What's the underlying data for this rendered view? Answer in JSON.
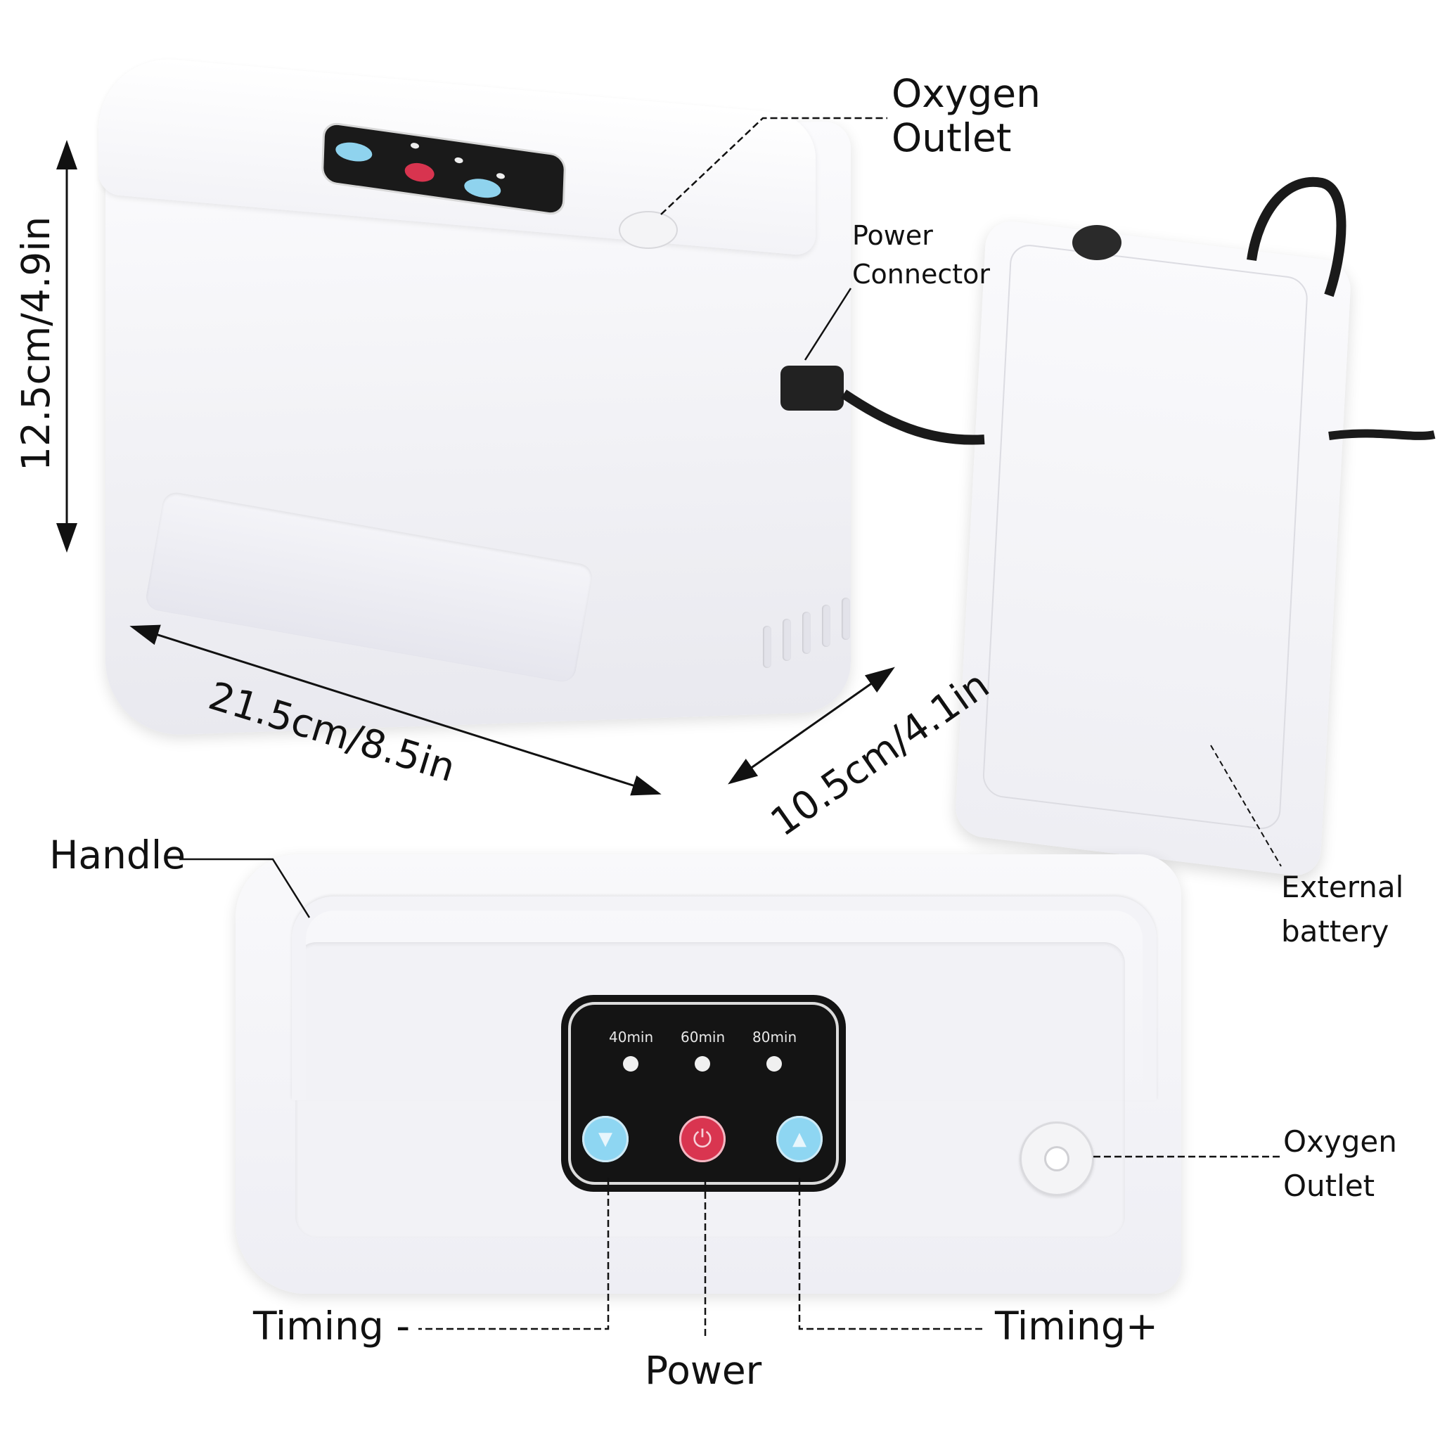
{
  "dimensions": {
    "height": "12.5cm/4.9in",
    "length": "21.5cm/8.5in",
    "width": "10.5cm/4.1in"
  },
  "callouts": {
    "oxygen_outlet_top": [
      "Oxygen",
      "Outlet"
    ],
    "power_connector": [
      "Power",
      "Connector"
    ],
    "external_battery": [
      "External",
      "battery"
    ],
    "handle": "Handle",
    "oxygen_outlet_bottom": [
      "Oxygen",
      "Outlet"
    ],
    "timing_minus": "Timing -",
    "power": "Power",
    "timing_plus": "Timing+"
  },
  "control_panel": {
    "timer_labels": [
      "40min",
      "60min",
      "80min"
    ],
    "buttons": [
      {
        "name": "timing-down",
        "glyph": "▼",
        "color": "#8ed6f2"
      },
      {
        "name": "power",
        "glyph": "⏻",
        "color": "#d93550"
      },
      {
        "name": "timing-up",
        "glyph": "▲",
        "color": "#8ed6f2"
      }
    ]
  },
  "colors": {
    "panel_bg": "#141414",
    "timing_button": "#8ed6f2",
    "power_button": "#d93550",
    "device_body": "#f3f3f7"
  }
}
